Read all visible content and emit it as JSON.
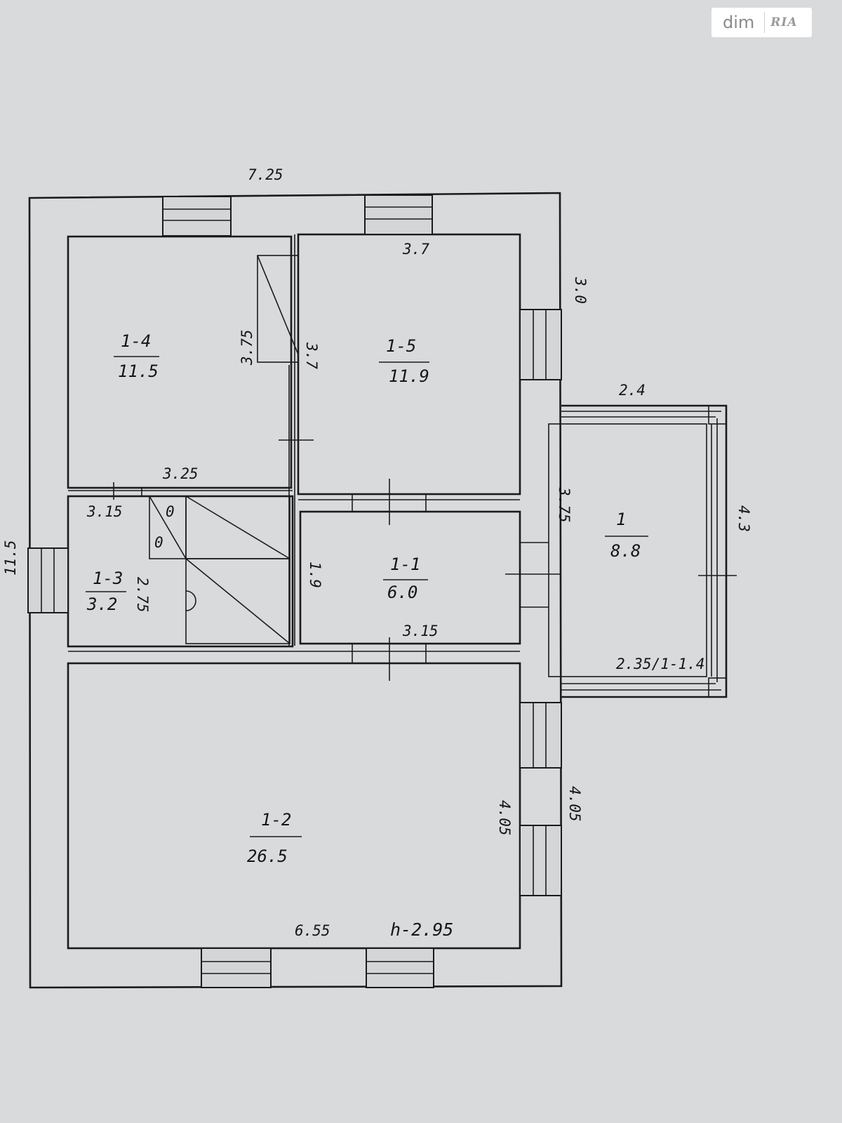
{
  "watermark": {
    "left": "dim",
    "right": "RIA"
  },
  "plan": {
    "outer_width": "7.25",
    "outer_length": "11.5",
    "east_upper": "3.0",
    "east_lower": "4.05",
    "veranda_top": "2.4",
    "veranda_side": "4.3",
    "veranda_bottom": "2.35/1-1.4",
    "veranda_inner": "3.75",
    "hall_width_top": "3.25",
    "hall_width_bottom": "3.15",
    "closet_depth": "3.75",
    "partition_len": "3.7",
    "kitchen_top": "3.7",
    "corridor_width": "1.9",
    "kitchen_bottom": "3.15",
    "bath_depth": "2.75",
    "living_height": "4.05",
    "living_width": "6.55",
    "ceiling_height": "h-2.95",
    "stair_mark_1": "0",
    "stair_mark_2": "0"
  },
  "rooms": [
    {
      "id": "1-4",
      "area": "11.5"
    },
    {
      "id": "1-5",
      "area": "11.9"
    },
    {
      "id": "1-3",
      "area": "3.2"
    },
    {
      "id": "1-1",
      "area": "6.0"
    },
    {
      "id": "1",
      "area": "8.8"
    },
    {
      "id": "1-2",
      "area": "26.5"
    }
  ]
}
